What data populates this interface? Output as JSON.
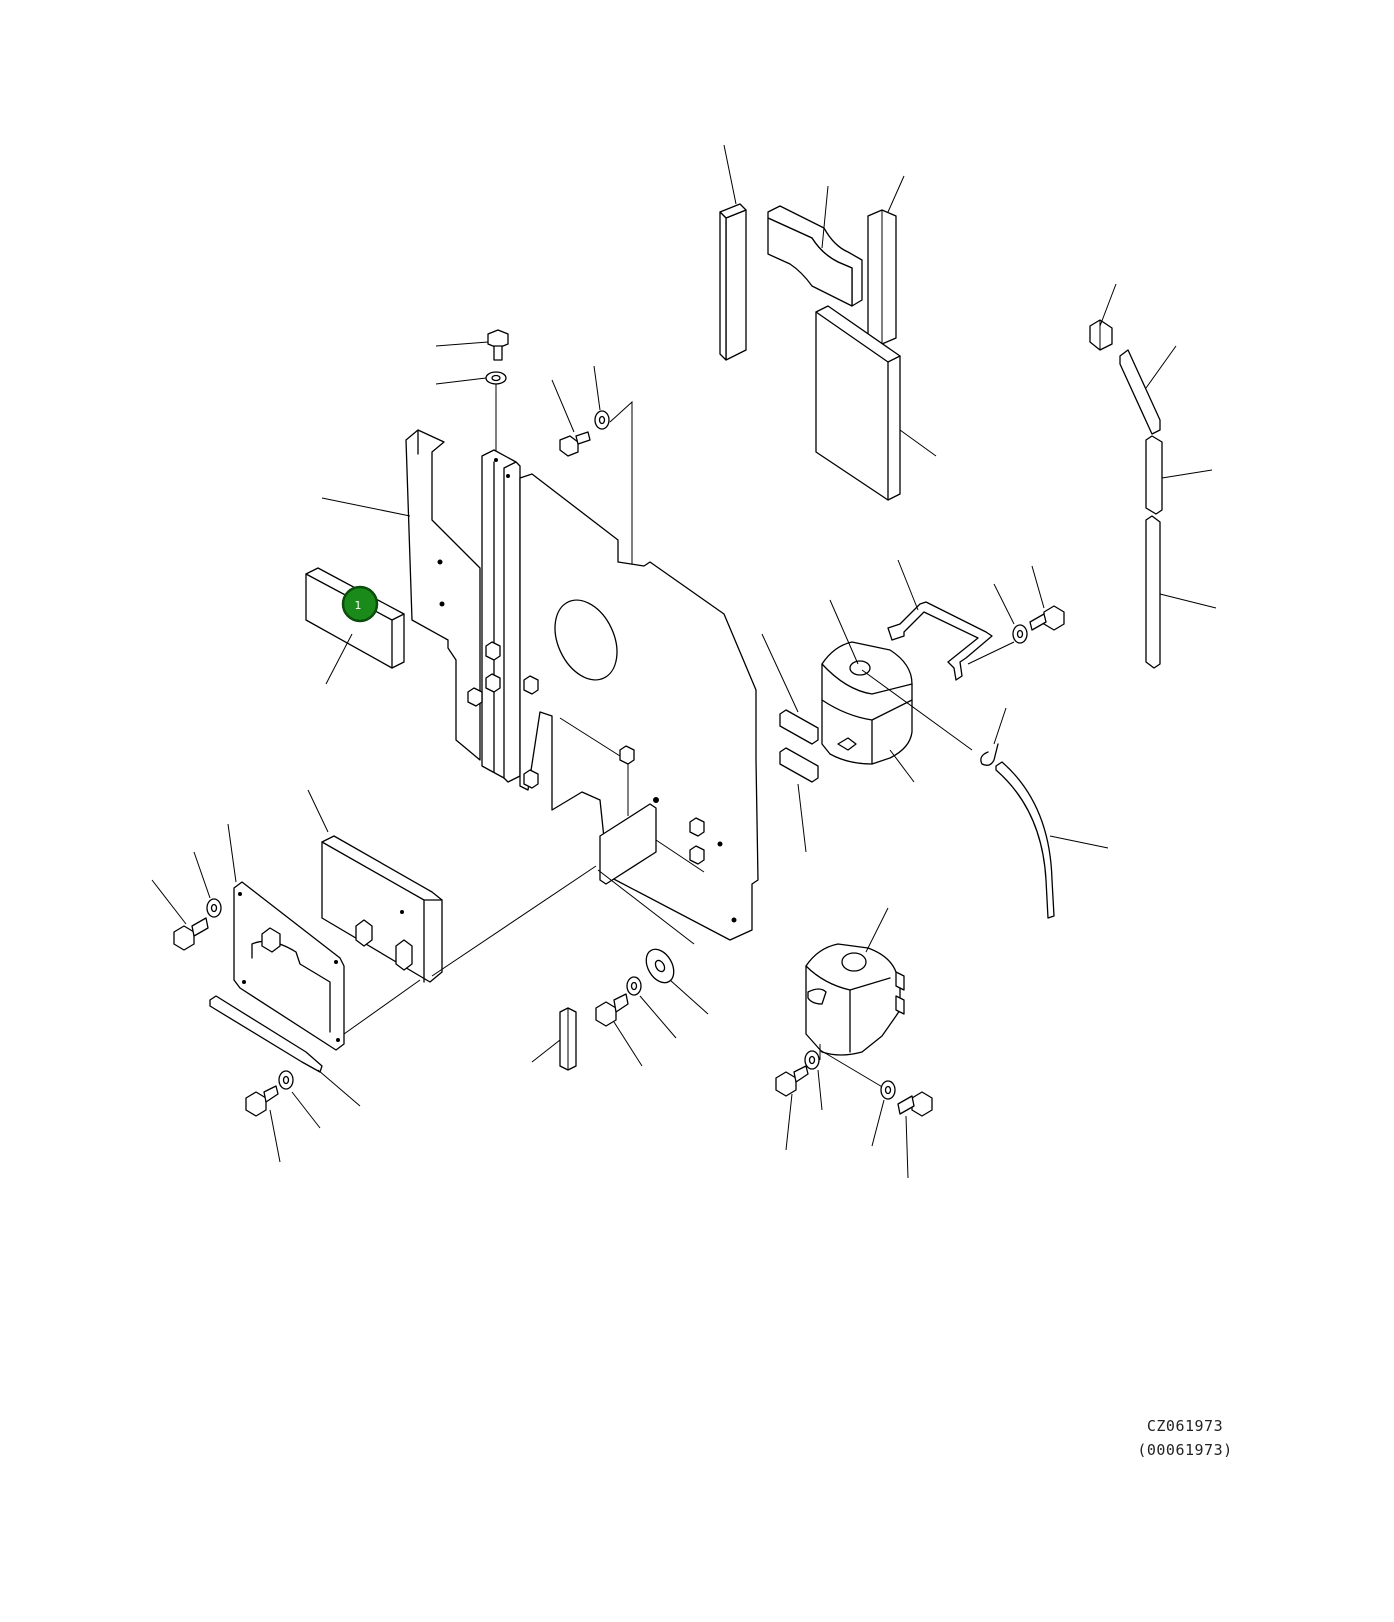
{
  "drawing": {
    "code": "CZ061973",
    "code_secondary": "(00061973)"
  },
  "callouts": [
    {
      "label": "1",
      "color": "#1a8a1a"
    }
  ],
  "colors": {
    "background": "#ffffff",
    "line": "#000000",
    "callout_fill": "#1a8a1a"
  }
}
